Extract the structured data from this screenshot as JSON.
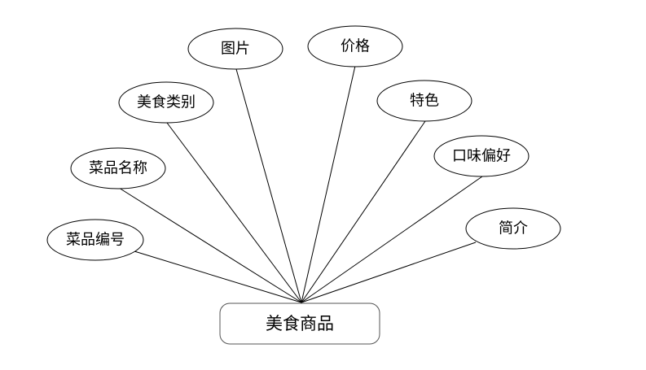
{
  "entity": {
    "label": "美食商品"
  },
  "attributes": [
    {
      "id": "dish-id",
      "label": "菜品编号"
    },
    {
      "id": "dish-name",
      "label": "菜品名称"
    },
    {
      "id": "food-category",
      "label": "美食类别"
    },
    {
      "id": "image",
      "label": "图片"
    },
    {
      "id": "price",
      "label": "价格"
    },
    {
      "id": "feature",
      "label": "特色"
    },
    {
      "id": "taste-preference",
      "label": "口味偏好"
    },
    {
      "id": "introduction",
      "label": "简介"
    }
  ]
}
